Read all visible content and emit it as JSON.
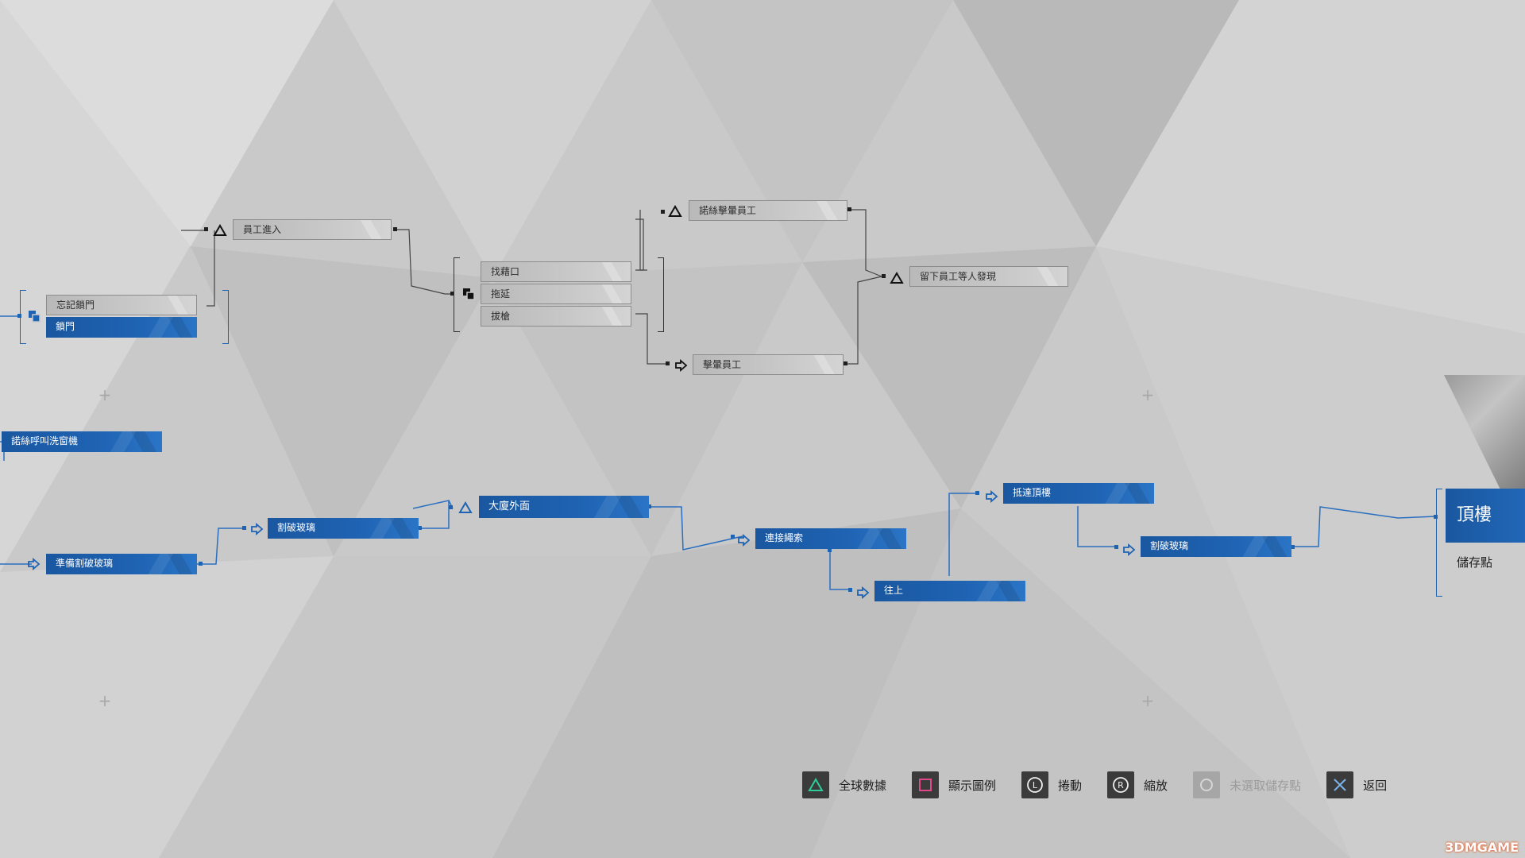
{
  "nodes": {
    "employee_enter": "員工進入",
    "forgot_lock": "忘記鎖門",
    "lock_door": "鎖門",
    "find_excuse": "找藉口",
    "stall": "拖延",
    "draw_gun": "拔槍",
    "north_stun_employee": "諾絲擊暈員工",
    "stun_employee": "擊暈員工",
    "leave_employee": "留下員工等人發現",
    "north_call_window_cleaner": "諾絲呼叫洗窗機",
    "prepare_break_glass": "準備割破玻璃",
    "break_glass_1": "割破玻璃",
    "outside_building": "大廈外面",
    "attach_rope": "連接繩索",
    "go_up": "往上",
    "reach_rooftop": "抵達頂樓",
    "break_glass_2": "割破玻璃"
  },
  "end": {
    "title": "頂樓",
    "subtitle": "儲存點"
  },
  "legend": [
    {
      "icon": "triangle-button-icon",
      "label": "全球數據",
      "dim": false
    },
    {
      "icon": "square-button-icon",
      "label": "顯示圖例",
      "dim": false
    },
    {
      "icon": "left-stick-icon",
      "label": "捲動",
      "dim": false
    },
    {
      "icon": "right-stick-icon",
      "label": "縮放",
      "dim": false
    },
    {
      "icon": "circle-button-icon",
      "label": "未選取儲存點",
      "dim": true
    },
    {
      "icon": "cross-button-icon",
      "label": "返回",
      "dim": false
    }
  ],
  "stick_letters": {
    "left": "L",
    "right": "R"
  },
  "watermark": "3DMGAME",
  "colors": {
    "accent_blue": "#1f63b3",
    "background": "#c9c9c9",
    "triangle_green": "#2ecc9a",
    "square_pink": "#e04a8a",
    "cross_blue": "#7cb4ea"
  }
}
